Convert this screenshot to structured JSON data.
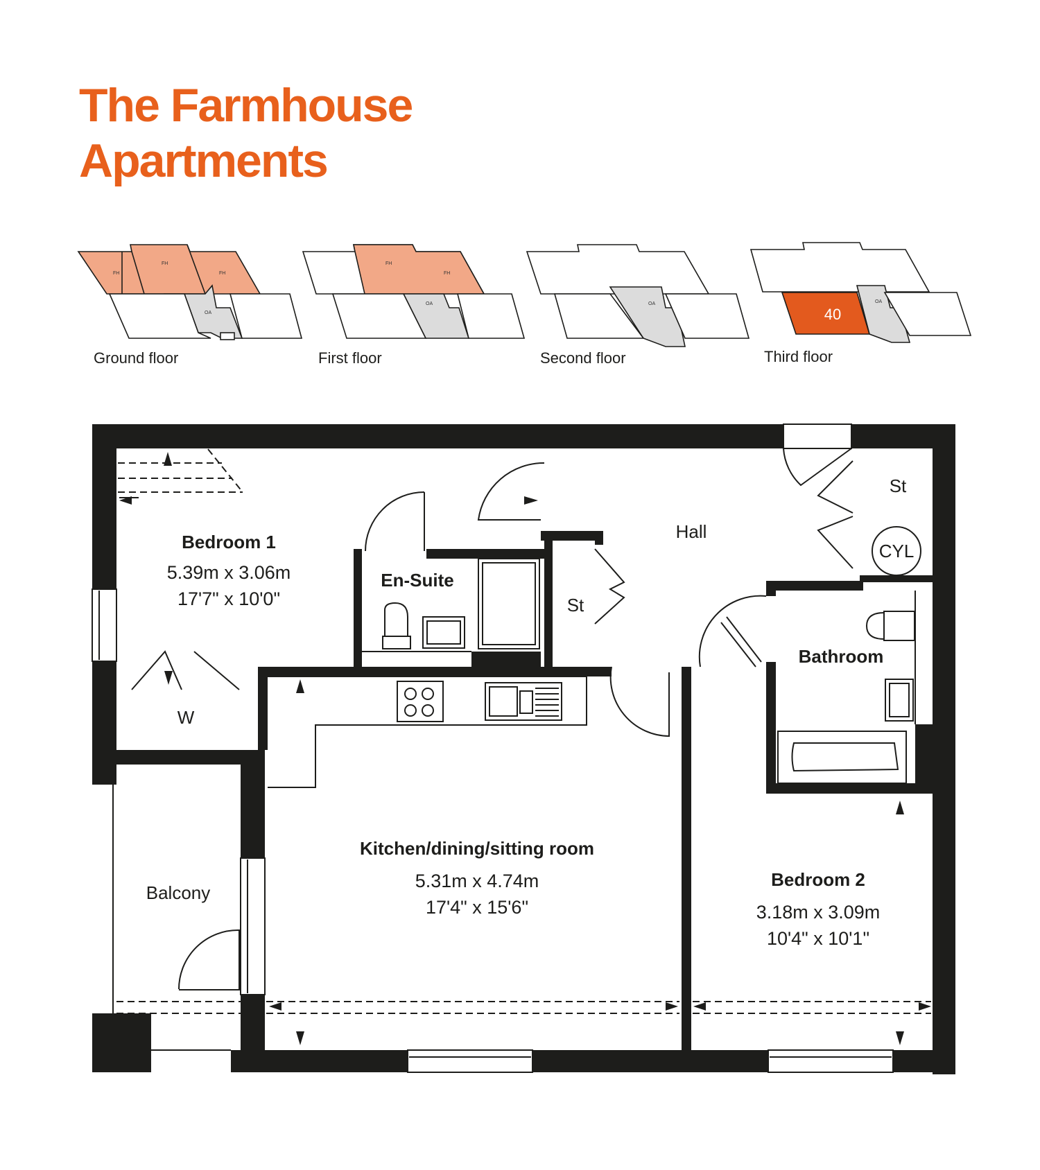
{
  "header": {
    "title_line1": "The Farmhouse",
    "title_line2": "Apartments"
  },
  "key_plans": {
    "floors": [
      {
        "label": "Ground floor",
        "tags": [
          "FH",
          "FH",
          "FH",
          "OA"
        ]
      },
      {
        "label": "First floor",
        "tags": [
          "FH",
          "FH",
          "OA"
        ]
      },
      {
        "label": "Second floor",
        "tags": [
          "OA"
        ]
      },
      {
        "label": "Third floor",
        "tags": [
          "OA"
        ],
        "unit": "40"
      }
    ]
  },
  "rooms": {
    "bedroom1": {
      "name": "Bedroom 1",
      "metric": "5.39m x 3.06m",
      "imperial": "17'7\" x 10'0\""
    },
    "ensuite": {
      "name": "En-Suite"
    },
    "store_left": {
      "name": "St"
    },
    "hall": {
      "name": "Hall"
    },
    "store_right": {
      "name": "St"
    },
    "cylinder": {
      "name": "CYL"
    },
    "bathroom": {
      "name": "Bathroom"
    },
    "wardrobe": {
      "name": "W"
    },
    "balcony": {
      "name": "Balcony"
    },
    "kitchen": {
      "name": "Kitchen/dining/sitting room",
      "metric": "5.31m x 4.74m",
      "imperial": "17'4\" x 15'6\""
    },
    "bedroom2": {
      "name": "Bedroom 2",
      "metric": "3.18m x 3.09m",
      "imperial": "10'4\" x 10'1\""
    }
  },
  "colors": {
    "brand": "#e8601c",
    "highlight": "#e35a1e",
    "peach": "#f2a887",
    "grey": "#dcdcdc",
    "wall": "#1d1d1b"
  }
}
